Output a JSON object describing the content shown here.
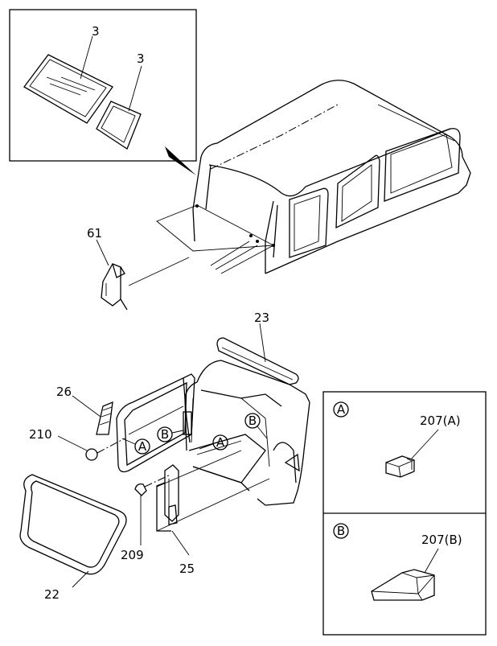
{
  "callouts": {
    "glass_top_a": "3",
    "glass_top_b": "3",
    "clip": "61",
    "trim_bar": "23",
    "bracket": "26",
    "plug": "210",
    "weatherstrip": "22",
    "bumper": "209",
    "stay": "25"
  },
  "markers": {
    "a": "A",
    "b": "B"
  },
  "detail_panels": {
    "panel_a": {
      "marker": "A",
      "part": "207(A)"
    },
    "panel_b": {
      "marker": "B",
      "part": "207(B)"
    }
  }
}
